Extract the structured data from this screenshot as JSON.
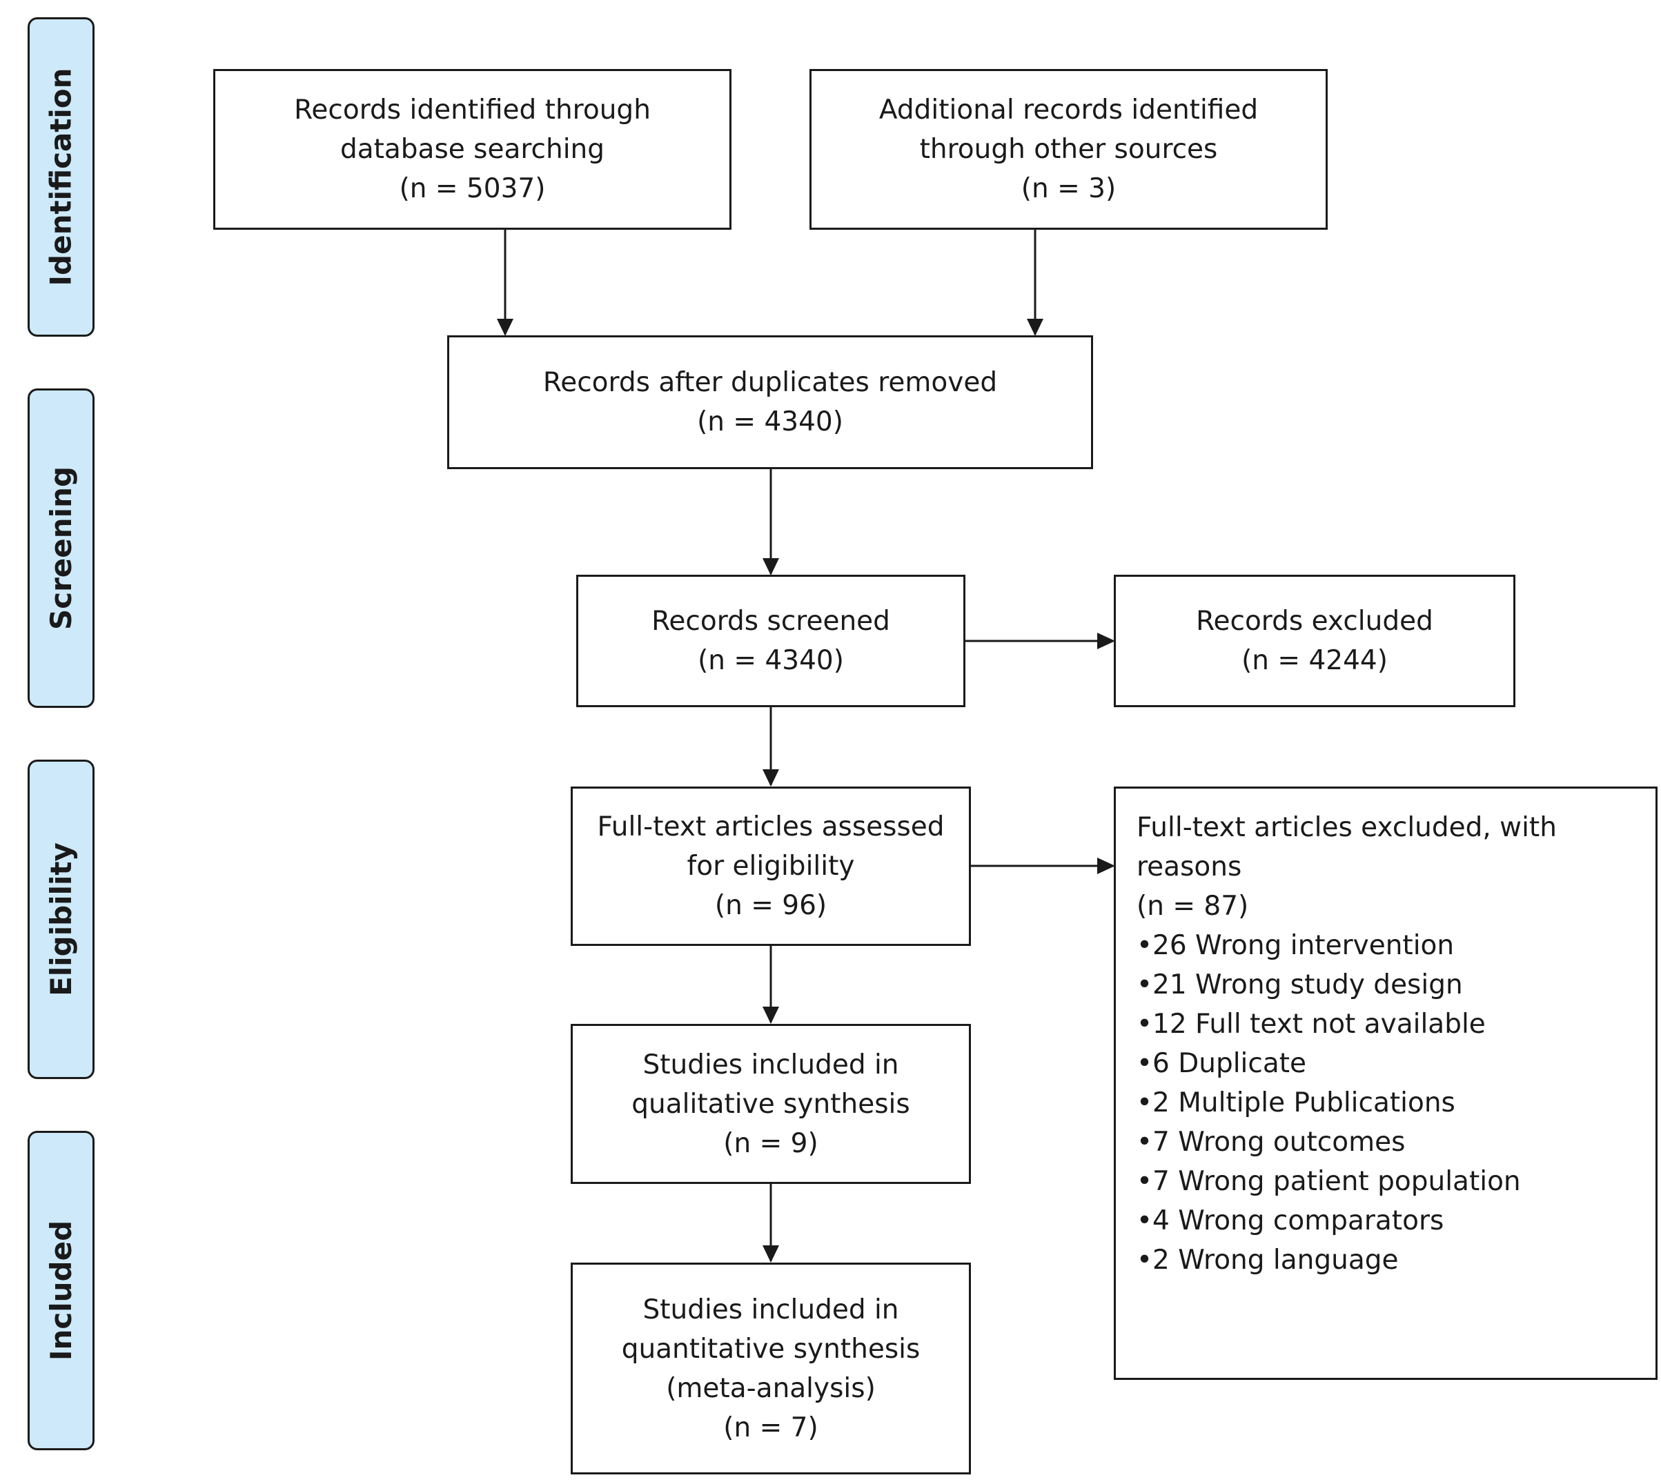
{
  "phases": {
    "identification": "Identification",
    "screening": "Screening",
    "eligibility": "Eligibility",
    "included": "Included"
  },
  "boxes": {
    "database_search": {
      "line1": "Records identified through",
      "line2": "database searching",
      "count": "(n = 5037)"
    },
    "other_sources": {
      "line1": "Additional records identified",
      "line2": "through other sources",
      "count": "(n = 3)"
    },
    "duplicates_removed": {
      "line1": "Records after duplicates removed",
      "count": "(n = 4340)"
    },
    "screened": {
      "line1": "Records screened",
      "count": "(n = 4340)"
    },
    "excluded": {
      "line1": "Records excluded",
      "count": "(n = 4244)"
    },
    "fulltext_assessed": {
      "line1": "Full-text articles assessed",
      "line2": "for eligibility",
      "count": "(n = 96)"
    },
    "fulltext_excluded": {
      "line1": "Full-text articles excluded, with",
      "line2": "reasons",
      "count": "(n = 87)",
      "reasons": [
        "•26 Wrong intervention",
        "•21 Wrong study design",
        "•12 Full text not available",
        "•6 Duplicate",
        "•2 Multiple Publications",
        "•7 Wrong outcomes",
        "•7 Wrong patient population",
        "•4 Wrong comparators",
        "•2 Wrong language"
      ]
    },
    "qualitative": {
      "line1": "Studies included in",
      "line2": "qualitative synthesis",
      "count": "(n = 9)"
    },
    "quantitative": {
      "line1": "Studies included in",
      "line2": "quantitative synthesis",
      "line3": "(meta-analysis)",
      "count": "(n = 7)"
    }
  }
}
